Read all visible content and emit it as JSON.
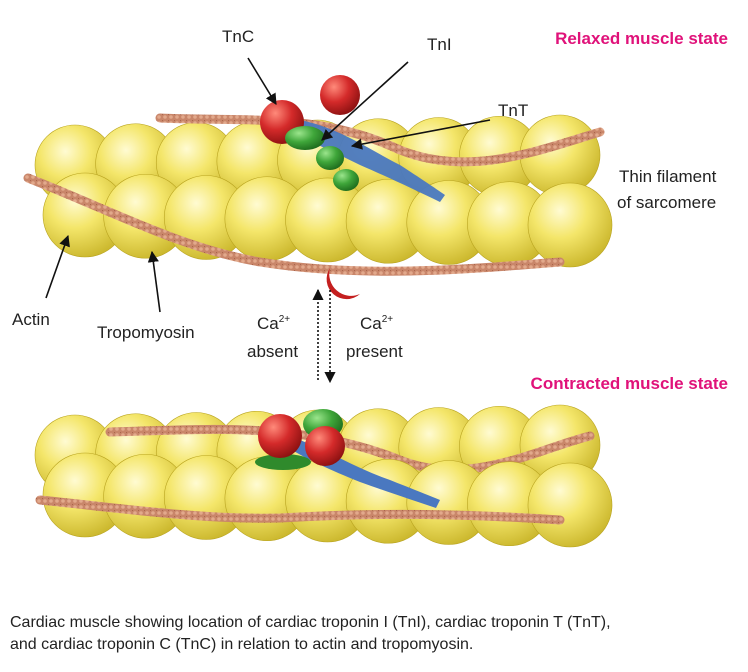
{
  "states": {
    "relaxed": "Relaxed muscle state",
    "contracted": "Contracted muscle state"
  },
  "labels": {
    "tnc": "TnC",
    "tni": "TnI",
    "tnt": "TnT",
    "thin_filament_line1": "Thin filament",
    "thin_filament_line2": "of sarcomere",
    "actin": "Actin",
    "tropomyosin": "Tropomyosin",
    "ca_symbol": "Ca",
    "ca_charge": "2+",
    "absent": "absent",
    "present": "present"
  },
  "caption": {
    "line1": "Cardiac muscle showing location of cardiac troponin I (TnI), cardiac troponin T (TnT),",
    "line2": "and cardiac troponin C (TnC) in relation to actin and tropomyosin."
  },
  "colors": {
    "accent": "#e0127a",
    "actin": "#f2e45a",
    "tropomyosin": "#c9866a",
    "tnc": "#d42a2a",
    "tni": "#3fa63a",
    "tnt": "#4a78c0"
  }
}
